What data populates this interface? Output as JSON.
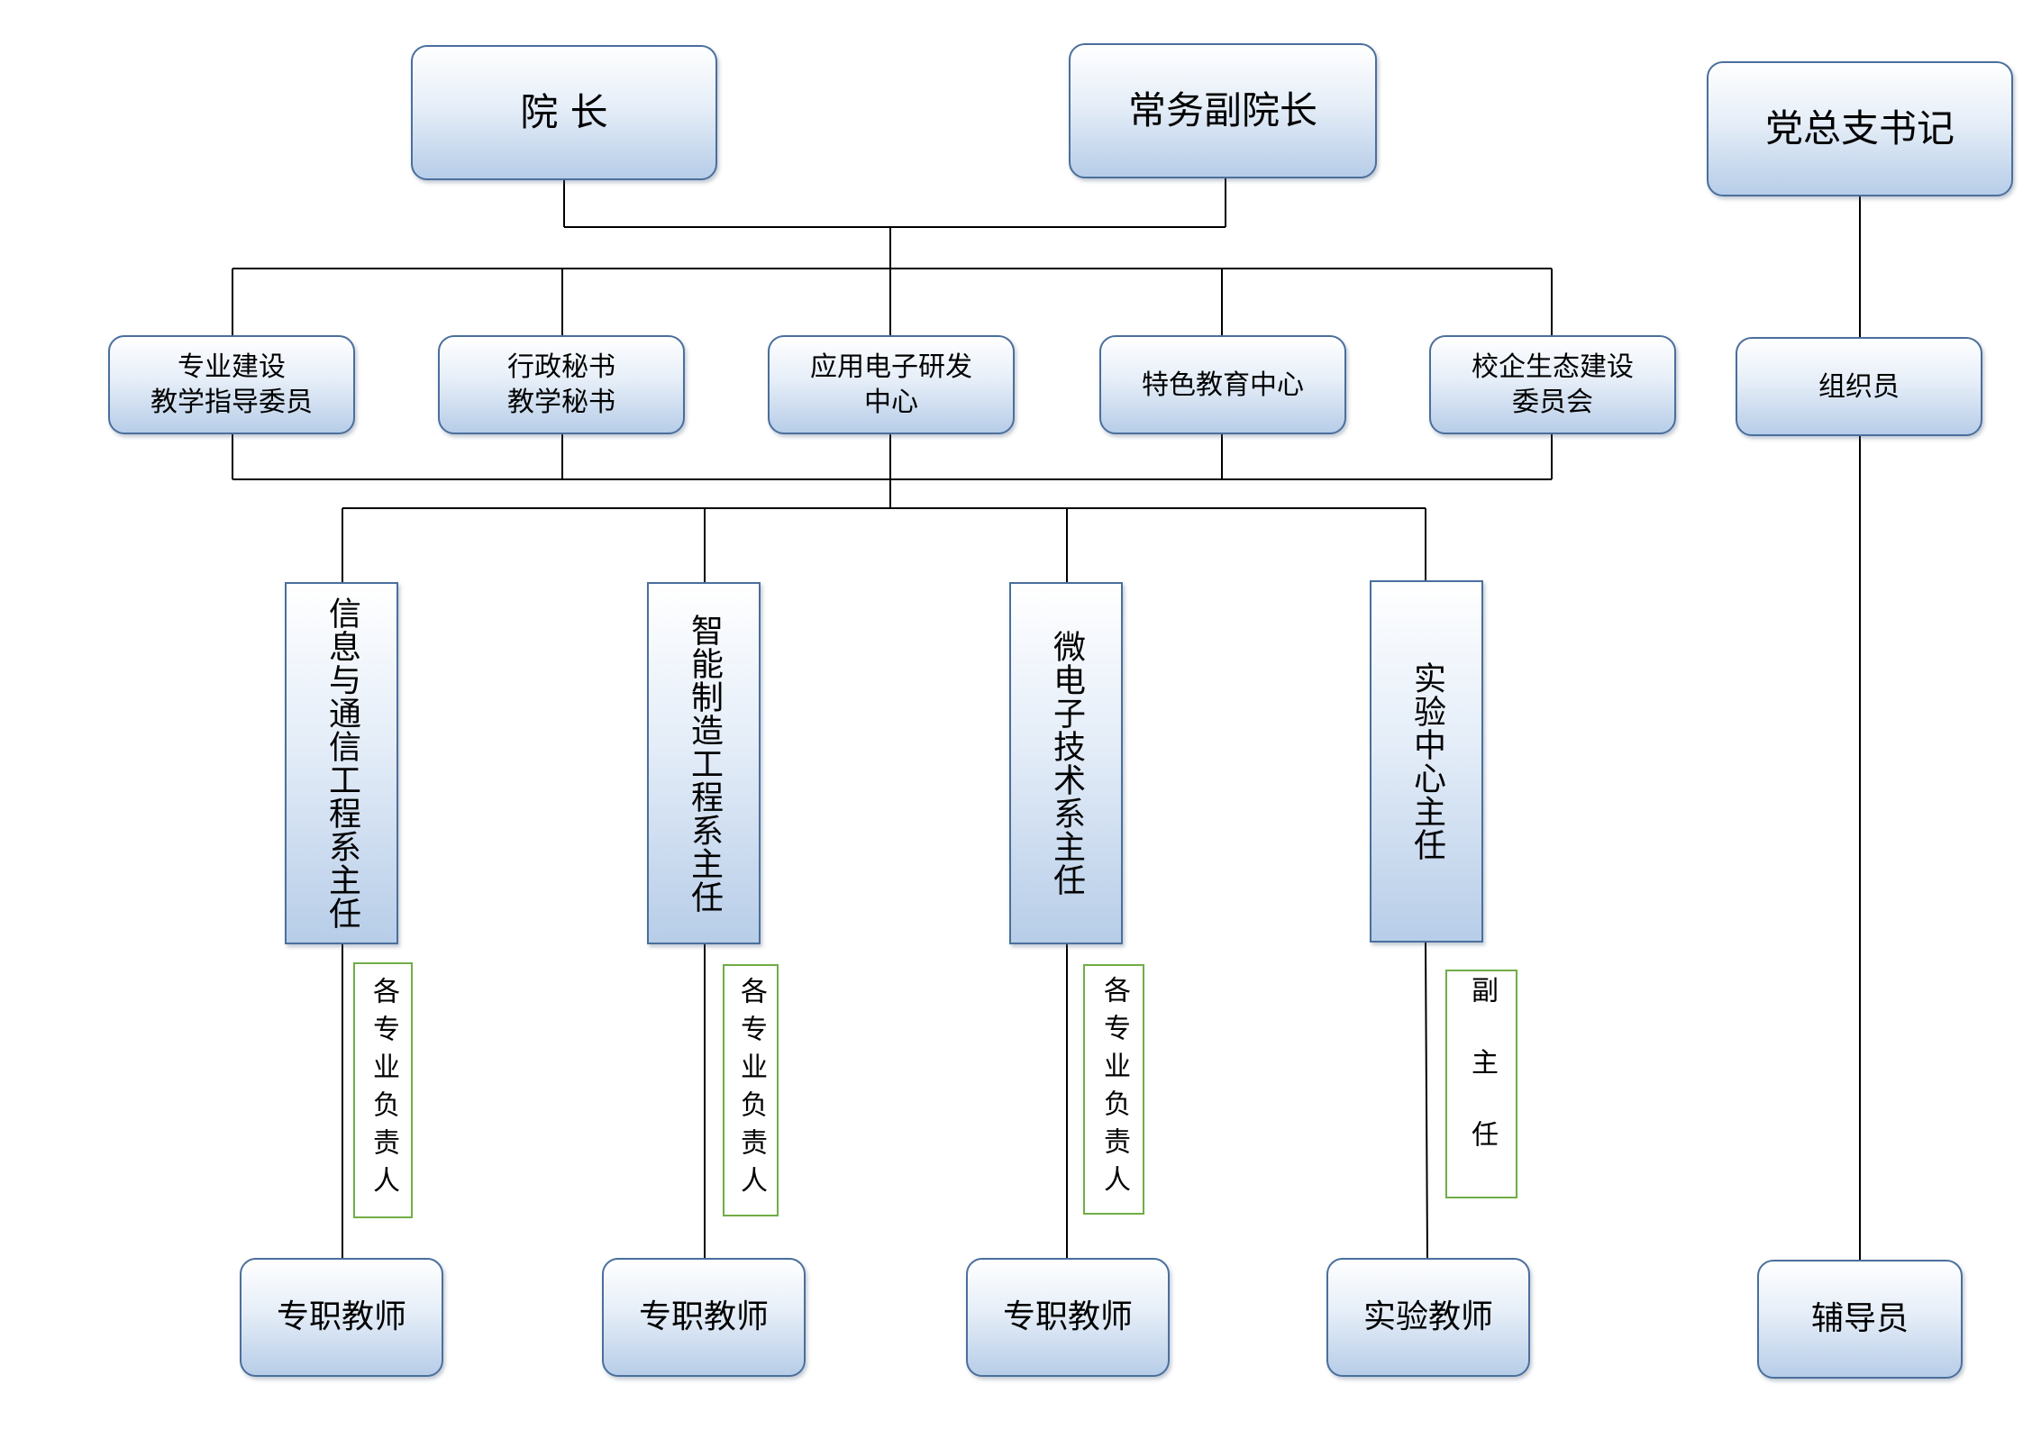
{
  "leadership": {
    "dean": "院  长",
    "executive_vice_dean": "常务副院长",
    "party_secretary": "党总支书记"
  },
  "offices": {
    "teaching_committee": "专业建设\n教学指导委员",
    "secretaries": "行政秘书\n教学秘书",
    "rd_center": "应用电子研发\n中心",
    "special_education": "特色教育中心",
    "industry_committee": "校企生态建设\n委员会",
    "organizer": "组织员"
  },
  "departments": {
    "info_comm": "信息与通信工程系主任",
    "intelligent_mfg": "智能制造工程系主任",
    "microelectronics": "微电子技术系主任",
    "lab_center": "实验中心主任"
  },
  "notes": {
    "info_comm": "各专业负责人",
    "intelligent_mfg": "各专业负责人",
    "microelectronics": "各专业负责人",
    "lab_center": "副主任"
  },
  "staff": {
    "info_comm_teachers": "专职教师",
    "intelligent_mfg_teachers": "专职教师",
    "microelectronics_teachers": "专职教师",
    "lab_teachers": "实验教师",
    "counselor": "辅导员"
  }
}
